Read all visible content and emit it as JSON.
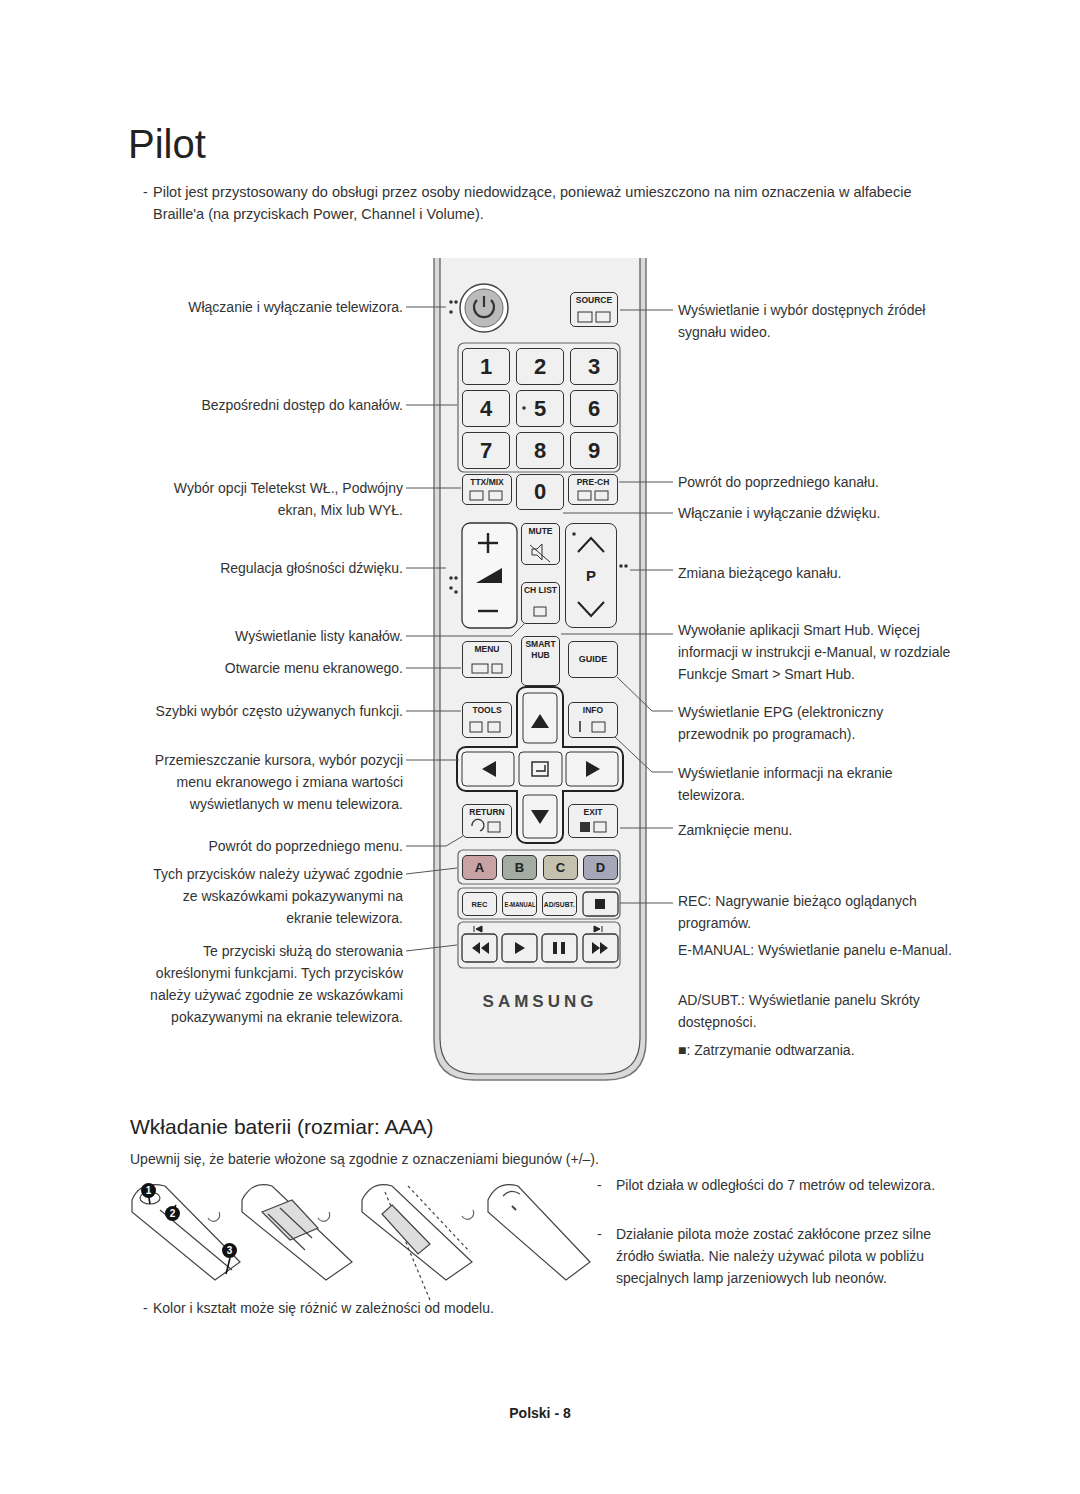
{
  "diagram": {
    "title": "Pilot",
    "nodes": [
      {
        "text": [
          "SAMSUNG"
        ]
      },
      {
        "text": [
          "SOURCE"
        ],
        "in": 0
      },
      {
        "text": [
          "1"
        ],
        "in": 0
      },
      {
        "text": [
          "2"
        ],
        "in": 0
      },
      {
        "text": [
          "3"
        ],
        "in": 0
      },
      {
        "text": [
          "4"
        ],
        "in": 0
      },
      {
        "text": [
          "5"
        ],
        "in": 0
      },
      {
        "text": [
          "6"
        ],
        "in": 0
      },
      {
        "text": [
          "7"
        ],
        "in": 0
      },
      {
        "text": [
          "8"
        ],
        "in": 0
      },
      {
        "text": [
          "9"
        ],
        "in": 0
      },
      {
        "text": [
          "TTX/MIX"
        ],
        "in": 0
      },
      {
        "text": [
          "0"
        ],
        "in": 0
      },
      {
        "text": [
          "PRE-CH"
        ],
        "in": 0
      },
      {
        "text": [
          "MUTE"
        ],
        "in": 0
      },
      {
        "text": [
          "P"
        ],
        "in": 0
      },
      {
        "text": [
          "CH LIST"
        ],
        "in": 0
      },
      {
        "text": [
          "MENU"
        ],
        "in": 0
      },
      {
        "text": [
          "SMART HUB"
        ],
        "in": 0
      },
      {
        "text": [
          "GUIDE"
        ],
        "in": 0
      },
      {
        "text": [
          "TOOLS"
        ],
        "in": 0
      },
      {
        "text": [
          "INFO"
        ],
        "in": 0
      },
      {
        "text": [
          "RETURN"
        ],
        "in": 0
      },
      {
        "text": [
          "EXIT"
        ],
        "in": 0
      },
      {
        "text": [
          "A"
        ],
        "in": 0
      },
      {
        "text": [
          "B"
        ],
        "in": 0
      },
      {
        "text": [
          "C"
        ],
        "in": 0
      },
      {
        "text": [
          "D"
        ],
        "in": 0
      },
      {
        "text": [
          "REC"
        ],
        "in": 0
      },
      {
        "text": [
          "E-MANUAL"
        ],
        "in": 0
      },
      {
        "text": [
          "AD/SUBT."
        ],
        "in": 0
      }
    ],
    "labels": [
      "-",
      "Pilot jest przystosowany do obsługi przez osoby niedowidzące, ponieważ umieszczono na nim oznaczenia w alfabecie Braille'a (na przyciskach Power, Channel i Volume).",
      "Włączanie i wyłączanie telewizora.",
      "Bezpośredni dostęp do kanałów.",
      "Wybór opcji Teletekst WŁ., Podwójny ekran, Mix lub WYŁ.",
      "Regulacja głośności dźwięku.",
      "Wyświetlanie listy kanałów.",
      "Otwarcie menu ekranowego.",
      "Szybki wybór często używanych funkcji.",
      "Przemieszczanie kursora, wybór pozycji menu ekranowego i zmiana wartości wyświetlanych w menu telewizora.",
      "Powrót do poprzedniego menu.",
      "Tych przycisków należy używać zgodnie ze wskazówkami pokazywanymi na ekranie telewizora.",
      "Te przyciski służą do sterowania określonymi funkcjami. Tych przycisków należy używać zgodnie ze wskazówkami pokazywanymi na ekranie telewizora.",
      "Wyświetlanie i wybór dostępnych źródeł sygnału wideo.",
      "Powrót do poprzedniego kanału.",
      "Włączanie i wyłączanie dźwięku.",
      "Zmiana bieżącego kanału.",
      "Wywołanie aplikacji Smart Hub. Więcej informacji w instrukcji e-Manual, w rozdziale Funkcje Smart > Smart Hub.",
      "Wyświetlanie EPG (elektroniczny przewodnik po programach).",
      "Wyświetlanie informacji na ekranie telewizora.",
      "Zamknięcie menu.",
      "REC: Nagrywanie bieżąco oglądanych programów.",
      "E-MANUAL: Wyświetlanie panelu e-Manual.",
      "AD/SUBT.: Wyświetlanie panelu Skróty dostępności.",
      "■: Zatrzymanie odtwarzania.",
      "Wkładanie baterii (rozmiar: AAA)",
      "Upewnij się, że baterie włożone są zgodnie z oznaczeniami biegunów (+/–).",
      "1",
      "2",
      "3",
      "-",
      "Pilot działa w odległości do 7 metrów od telewizora.",
      "-",
      "Działanie pilota może zostać zakłócone przez silne źródło światła. Nie należy używać pilota w pobliżu specjalnych lamp jarzeniowych lub neonów.",
      "-",
      "Kolor i kształt może się różnić w zależności od modelu.",
      "Polski - 8"
    ]
  }
}
